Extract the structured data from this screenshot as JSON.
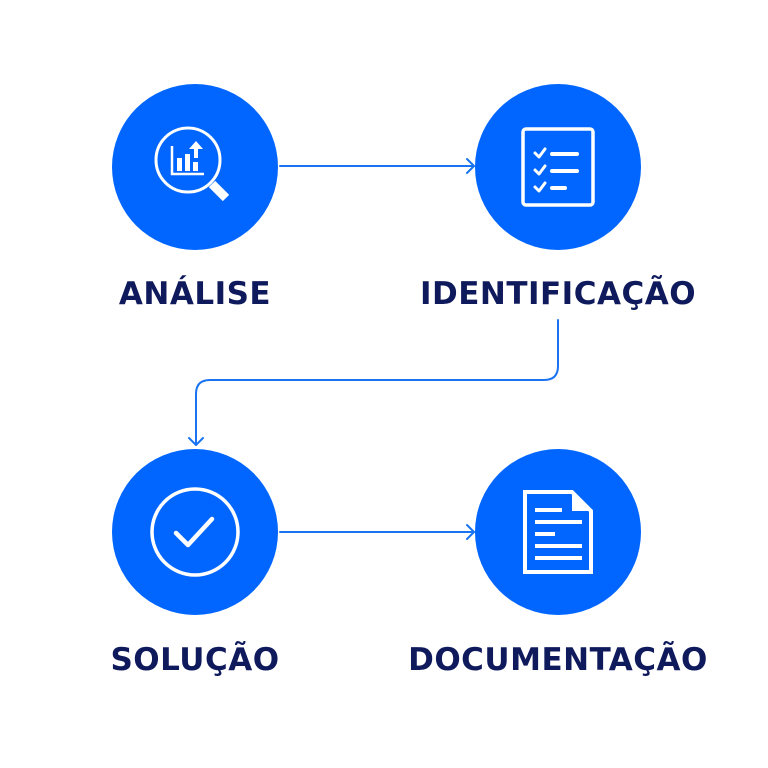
{
  "colors": {
    "circle": "#0066ff",
    "connector": "#1a73f0",
    "label": "#0f1a5c",
    "icon": "#ffffff",
    "background": "#ffffff"
  },
  "steps": [
    {
      "id": "analise",
      "label": "ANÁLISE",
      "icon": "magnifier-chart-icon"
    },
    {
      "id": "identificacao",
      "label": "IDENTIFICAÇÃO",
      "icon": "checklist-icon"
    },
    {
      "id": "solucao",
      "label": "SOLUÇÃO",
      "icon": "check-circle-icon"
    },
    {
      "id": "documentacao",
      "label": "DOCUMENTAÇÃO",
      "icon": "document-icon"
    }
  ],
  "flow": [
    {
      "from": "analise",
      "to": "identificacao"
    },
    {
      "from": "identificacao",
      "to": "solucao"
    },
    {
      "from": "solucao",
      "to": "documentacao"
    }
  ]
}
